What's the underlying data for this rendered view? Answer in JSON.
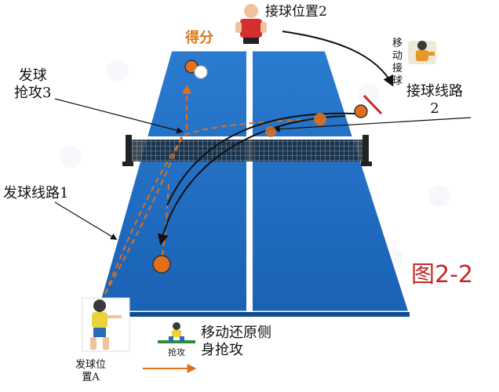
{
  "labels": {
    "score": "得分",
    "receive_pos_2": "接球位置2",
    "move_receive": "移\n动\n接\n球",
    "serve_attack_3": "发球\n抢攻3",
    "receive_route_2": "接球线路\n2",
    "serve_route_1": "发球线路1",
    "figure": "图2-2",
    "move_back": "移动还原侧\n身抢攻",
    "attack_badge": "抢攻",
    "serve_pos_a": "发球位\n置A"
  },
  "colors": {
    "table": "#1f6fc0",
    "table_dark": "#1456a0",
    "line": "#ffffff",
    "ball": "#e0701c",
    "route_dashed": "#e0701c",
    "route_solid": "#111111",
    "figure_label": "#c62828",
    "paddle_mark": "#c62828"
  },
  "icons": {
    "top_player": "receiver-player-icon",
    "right_player": "moving-player-icon",
    "bottom_player": "server-player-icon",
    "small_player": "attacking-player-icon"
  }
}
